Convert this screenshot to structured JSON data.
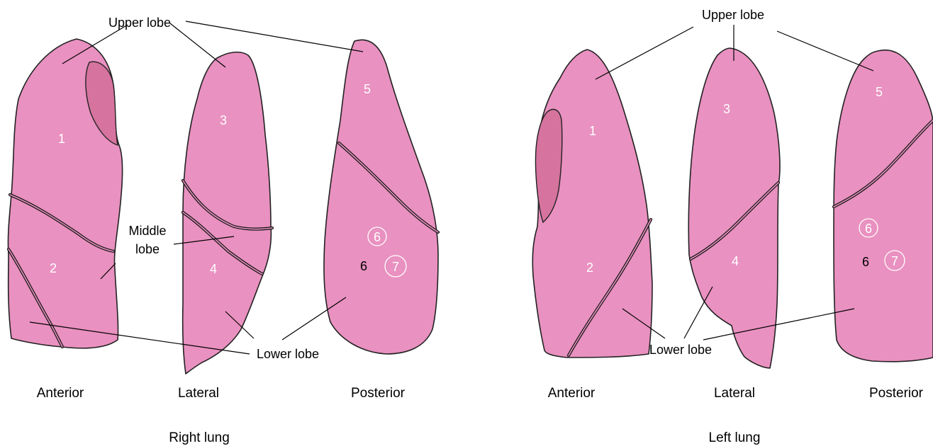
{
  "colors": {
    "lung_fill": "#e991c0",
    "hilum_fill": "#d6739f",
    "outline": "#222222"
  },
  "right_lung": {
    "title": "Right lung",
    "views": {
      "anterior": "Anterior",
      "lateral": "Lateral",
      "posterior": "Posterior"
    },
    "labels": {
      "upper_lobe": "Upper lobe",
      "middle_lobe_line1": "Middle",
      "middle_lobe_line2": "lobe",
      "lower_lobe": "Lower lobe"
    },
    "segments": {
      "s1": "1",
      "s2": "2",
      "s3": "3",
      "s4": "4",
      "s5": "5",
      "s6_ring": "6",
      "s6": "6",
      "s7": "7"
    }
  },
  "left_lung": {
    "title": "Left lung",
    "views": {
      "anterior": "Anterior",
      "lateral": "Lateral",
      "posterior": "Posterior"
    },
    "labels": {
      "upper_lobe": "Upper lobe",
      "lower_lobe": "Lower lobe"
    },
    "segments": {
      "s1": "1",
      "s2": "2",
      "s3": "3",
      "s4": "4",
      "s5": "5",
      "s6_ring": "6",
      "s6": "6",
      "s7": "7"
    }
  }
}
